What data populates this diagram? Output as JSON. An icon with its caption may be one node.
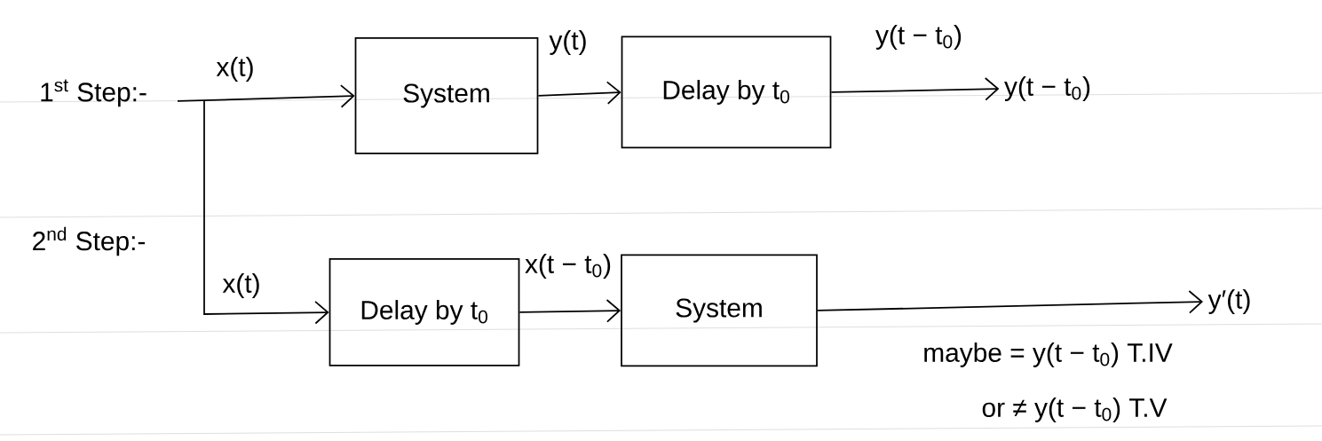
{
  "diagram": {
    "nodes": [
      {
        "text": [
          "System"
        ]
      },
      {
        "text": [
          "Delay by t$_{0}$"
        ]
      },
      {
        "text": [
          "y(t − t$_{0}$)"
        ]
      },
      {
        "text": [
          "Delay by t$_{0}$"
        ]
      },
      {
        "text": [
          "System"
        ]
      },
      {
        "text": [
          "y′(t)"
        ]
      }
    ],
    "edges": [
      {
        "from": null,
        "to": 0,
        "arrow": "to",
        "label": "x(t)"
      },
      {
        "from": 0,
        "to": 1,
        "arrow": "to",
        "label": "y(t)"
      },
      {
        "from": 1,
        "to": 2,
        "arrow": "to",
        "label": "y(t − t$_{0}$)"
      },
      {
        "from": null,
        "to": 3,
        "arrow": "to",
        "label": "x(t)"
      },
      {
        "from": 3,
        "to": 4,
        "arrow": "to",
        "label": "x(t − t$_{0}$)"
      },
      {
        "from": 4,
        "to": 5,
        "arrow": "to"
      }
    ],
    "labels": [
      "1$^{st}$ Step:-",
      "2$^{nd}$ Step:-",
      "maybe = y(t − t$_{0}$) T.IV",
      "or ≠ y(t − t$_{0}$) T.V"
    ]
  }
}
